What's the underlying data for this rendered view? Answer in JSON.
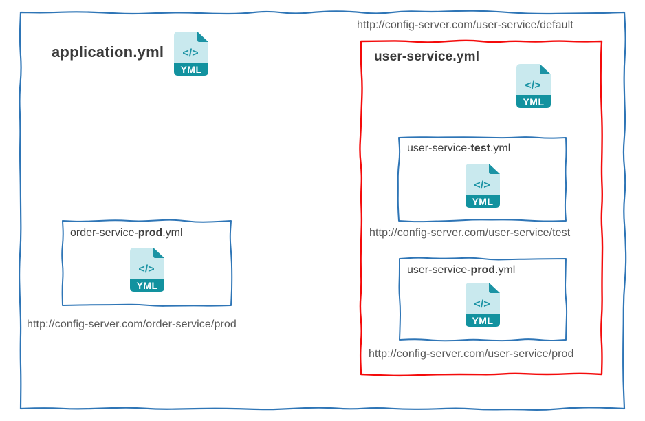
{
  "colors": {
    "outer_border": "#2e75b6",
    "group_border": "#f40b0b",
    "box_border": "#2e75b6",
    "title_text": "#3b3b3b",
    "url_text": "#575757",
    "icon_body": "#c9e9ee",
    "icon_accent": "#12929f",
    "icon_code": "#1b93a4"
  },
  "icon": {
    "code": "</>",
    "label": "YML"
  },
  "application": {
    "label": "application.yml"
  },
  "default_url": "http://config-server.com/user-service/default",
  "user_service": {
    "title": "user-service.yml"
  },
  "user_service_test": {
    "prefix": "user-service-",
    "env": "test",
    "suffix": ".yml",
    "url": "http://config-server.com/user-service/test"
  },
  "user_service_prod": {
    "prefix": "user-service-",
    "env": "prod",
    "suffix": ".yml",
    "url": "http://config-server.com/user-service/prod"
  },
  "order_service_prod": {
    "prefix": "order-service-",
    "env": "prod",
    "suffix": ".yml",
    "url": "http://config-server.com/order-service/prod"
  }
}
